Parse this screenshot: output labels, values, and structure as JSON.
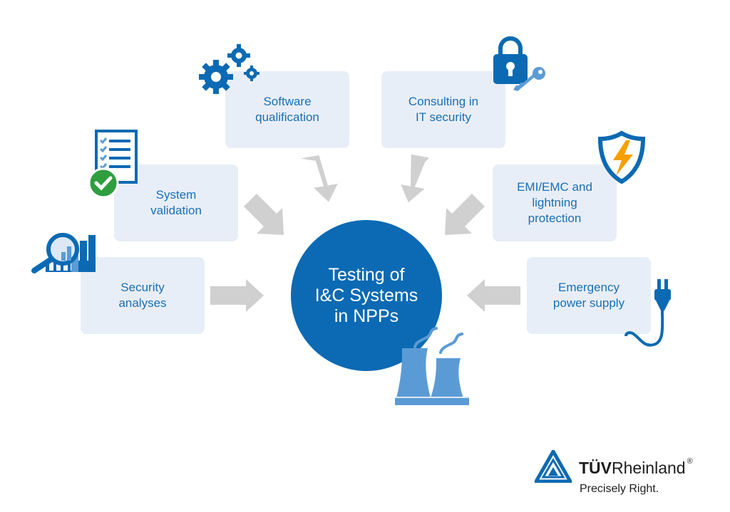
{
  "center": {
    "label": "Testing of\nI&C Systems\nin NPPs"
  },
  "boxes": {
    "software": "Software\nqualification",
    "consulting": "Consulting in\nIT security",
    "system": "System\nvalidation",
    "emi": "EMI/EMC and\nlightning\nprotection",
    "security": "Security\nanalyses",
    "emergency": "Emergency\npower supply"
  },
  "logo": {
    "brand_bold": "TÜV",
    "brand_regular": "Rheinland",
    "registered": "®",
    "tagline": "Precisely Right."
  },
  "colors": {
    "accent_blue": "#0b6ab3",
    "box_bg": "#e8eef7",
    "arrow_gray": "#d0d0d0",
    "light_blue": "#5b9bd5",
    "check_green": "#2e9e3e",
    "bolt_orange": "#f5a000"
  },
  "icons": [
    "gears-icon",
    "padlock-key-icon",
    "checklist-icon",
    "check-badge-icon",
    "shield-lightning-icon",
    "magnifier-chart-icon",
    "power-plug-icon",
    "cooling-towers-icon",
    "tuv-triangle-logo-icon"
  ]
}
